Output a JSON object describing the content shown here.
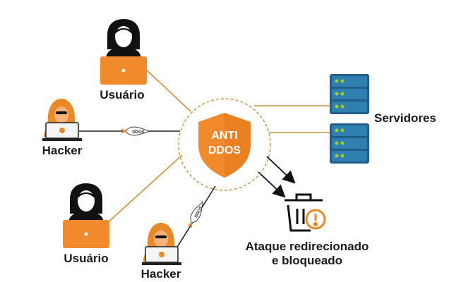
{
  "center_node": {
    "label_line1": "ANTI",
    "label_line2": "DDOS",
    "shield_color": "#f08a2c",
    "ring_color": "#c9913f"
  },
  "nodes": {
    "user_top": {
      "label": "Usuário",
      "icon": "laptop-user-icon"
    },
    "hacker_left": {
      "label": "Hacker",
      "icon": "hooded-hacker-icon"
    },
    "user_bottom": {
      "label": "Usuário",
      "icon": "laptop-user-icon"
    },
    "hacker_bottom": {
      "label": "Hacker",
      "icon": "hooded-hacker-icon"
    },
    "servers": {
      "label": "Servidores",
      "icon": "server-rack-icon"
    },
    "blocked": {
      "label_line1": "Ataque redirecionado",
      "label_line2": "e bloqueado",
      "icon": "trash-warning-icon"
    }
  },
  "missiles": {
    "label": "DDOS"
  },
  "colors": {
    "accent_orange": "#f08a2c",
    "hacker_orange": "#e98a2a",
    "server_blue": "#2f7fb0",
    "server_dark": "#1f5f8a",
    "server_led_green": "#9acd32",
    "line_gold": "#c9913f",
    "arrow_black": "#111111",
    "text_dark": "#1a1a1a"
  }
}
